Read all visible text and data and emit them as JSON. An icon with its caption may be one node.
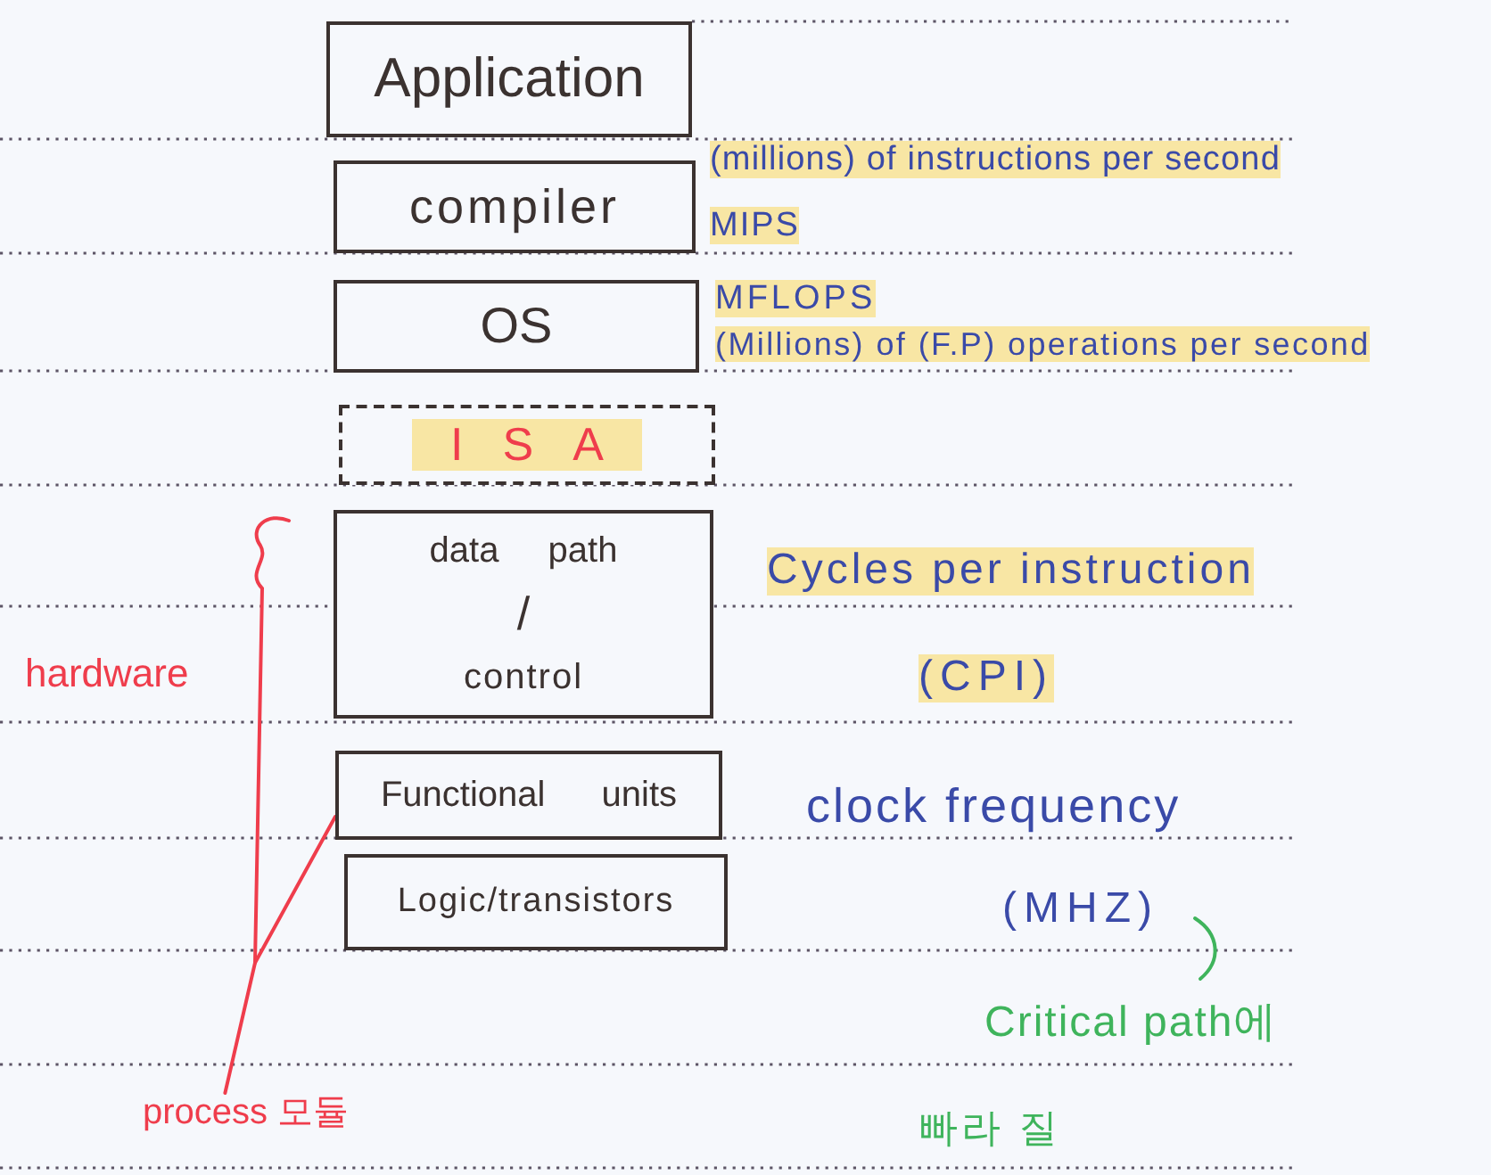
{
  "diagram": {
    "nodes": [
      {
        "text": [
          "Application"
        ]
      },
      {
        "text": [
          "compiler"
        ]
      },
      {
        "text": [
          "OS"
        ]
      },
      {
        "text": [
          "ISA"
        ]
      },
      {
        "text": [
          "data path",
          "/",
          "control"
        ]
      },
      {
        "text": [
          "Functional units"
        ]
      },
      {
        "text": [
          "Logic/transistors"
        ]
      },
      {
        "text": [
          "process 모듈"
        ]
      }
    ],
    "edges": [
      {
        "from": 7,
        "to": 5,
        "arrow": "none"
      }
    ],
    "labels": [
      "(millions) of instructions per second",
      "MIPS",
      "MFLOPS",
      "(Millions) of (F.P) operations per second",
      "Cycles per instruction",
      "(CPI)",
      "hardware",
      "clock frequency",
      "(MHZ)",
      "Critical path에",
      "빠라 질"
    ]
  }
}
